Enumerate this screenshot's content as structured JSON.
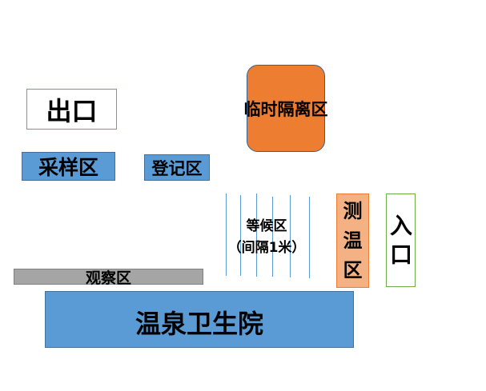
{
  "zones": {
    "exit": "出口",
    "entrance": [
      "入",
      "口"
    ],
    "sampling": "采样区",
    "registration": "登记区",
    "isolation": "临时隔离区",
    "temperature": [
      "测",
      "温",
      "区"
    ],
    "observation": "观察区",
    "hospital": "温泉卫生院",
    "waiting": {
      "title": "等候区",
      "note": "（间隔1米）"
    }
  },
  "colors": {
    "blue_zone": "#5b9bd5",
    "orange_zone": "#ed7d31",
    "light_orange_zone": "#f4b183",
    "gray_zone": "#a5a5a5",
    "green_border": "#70ad47"
  }
}
